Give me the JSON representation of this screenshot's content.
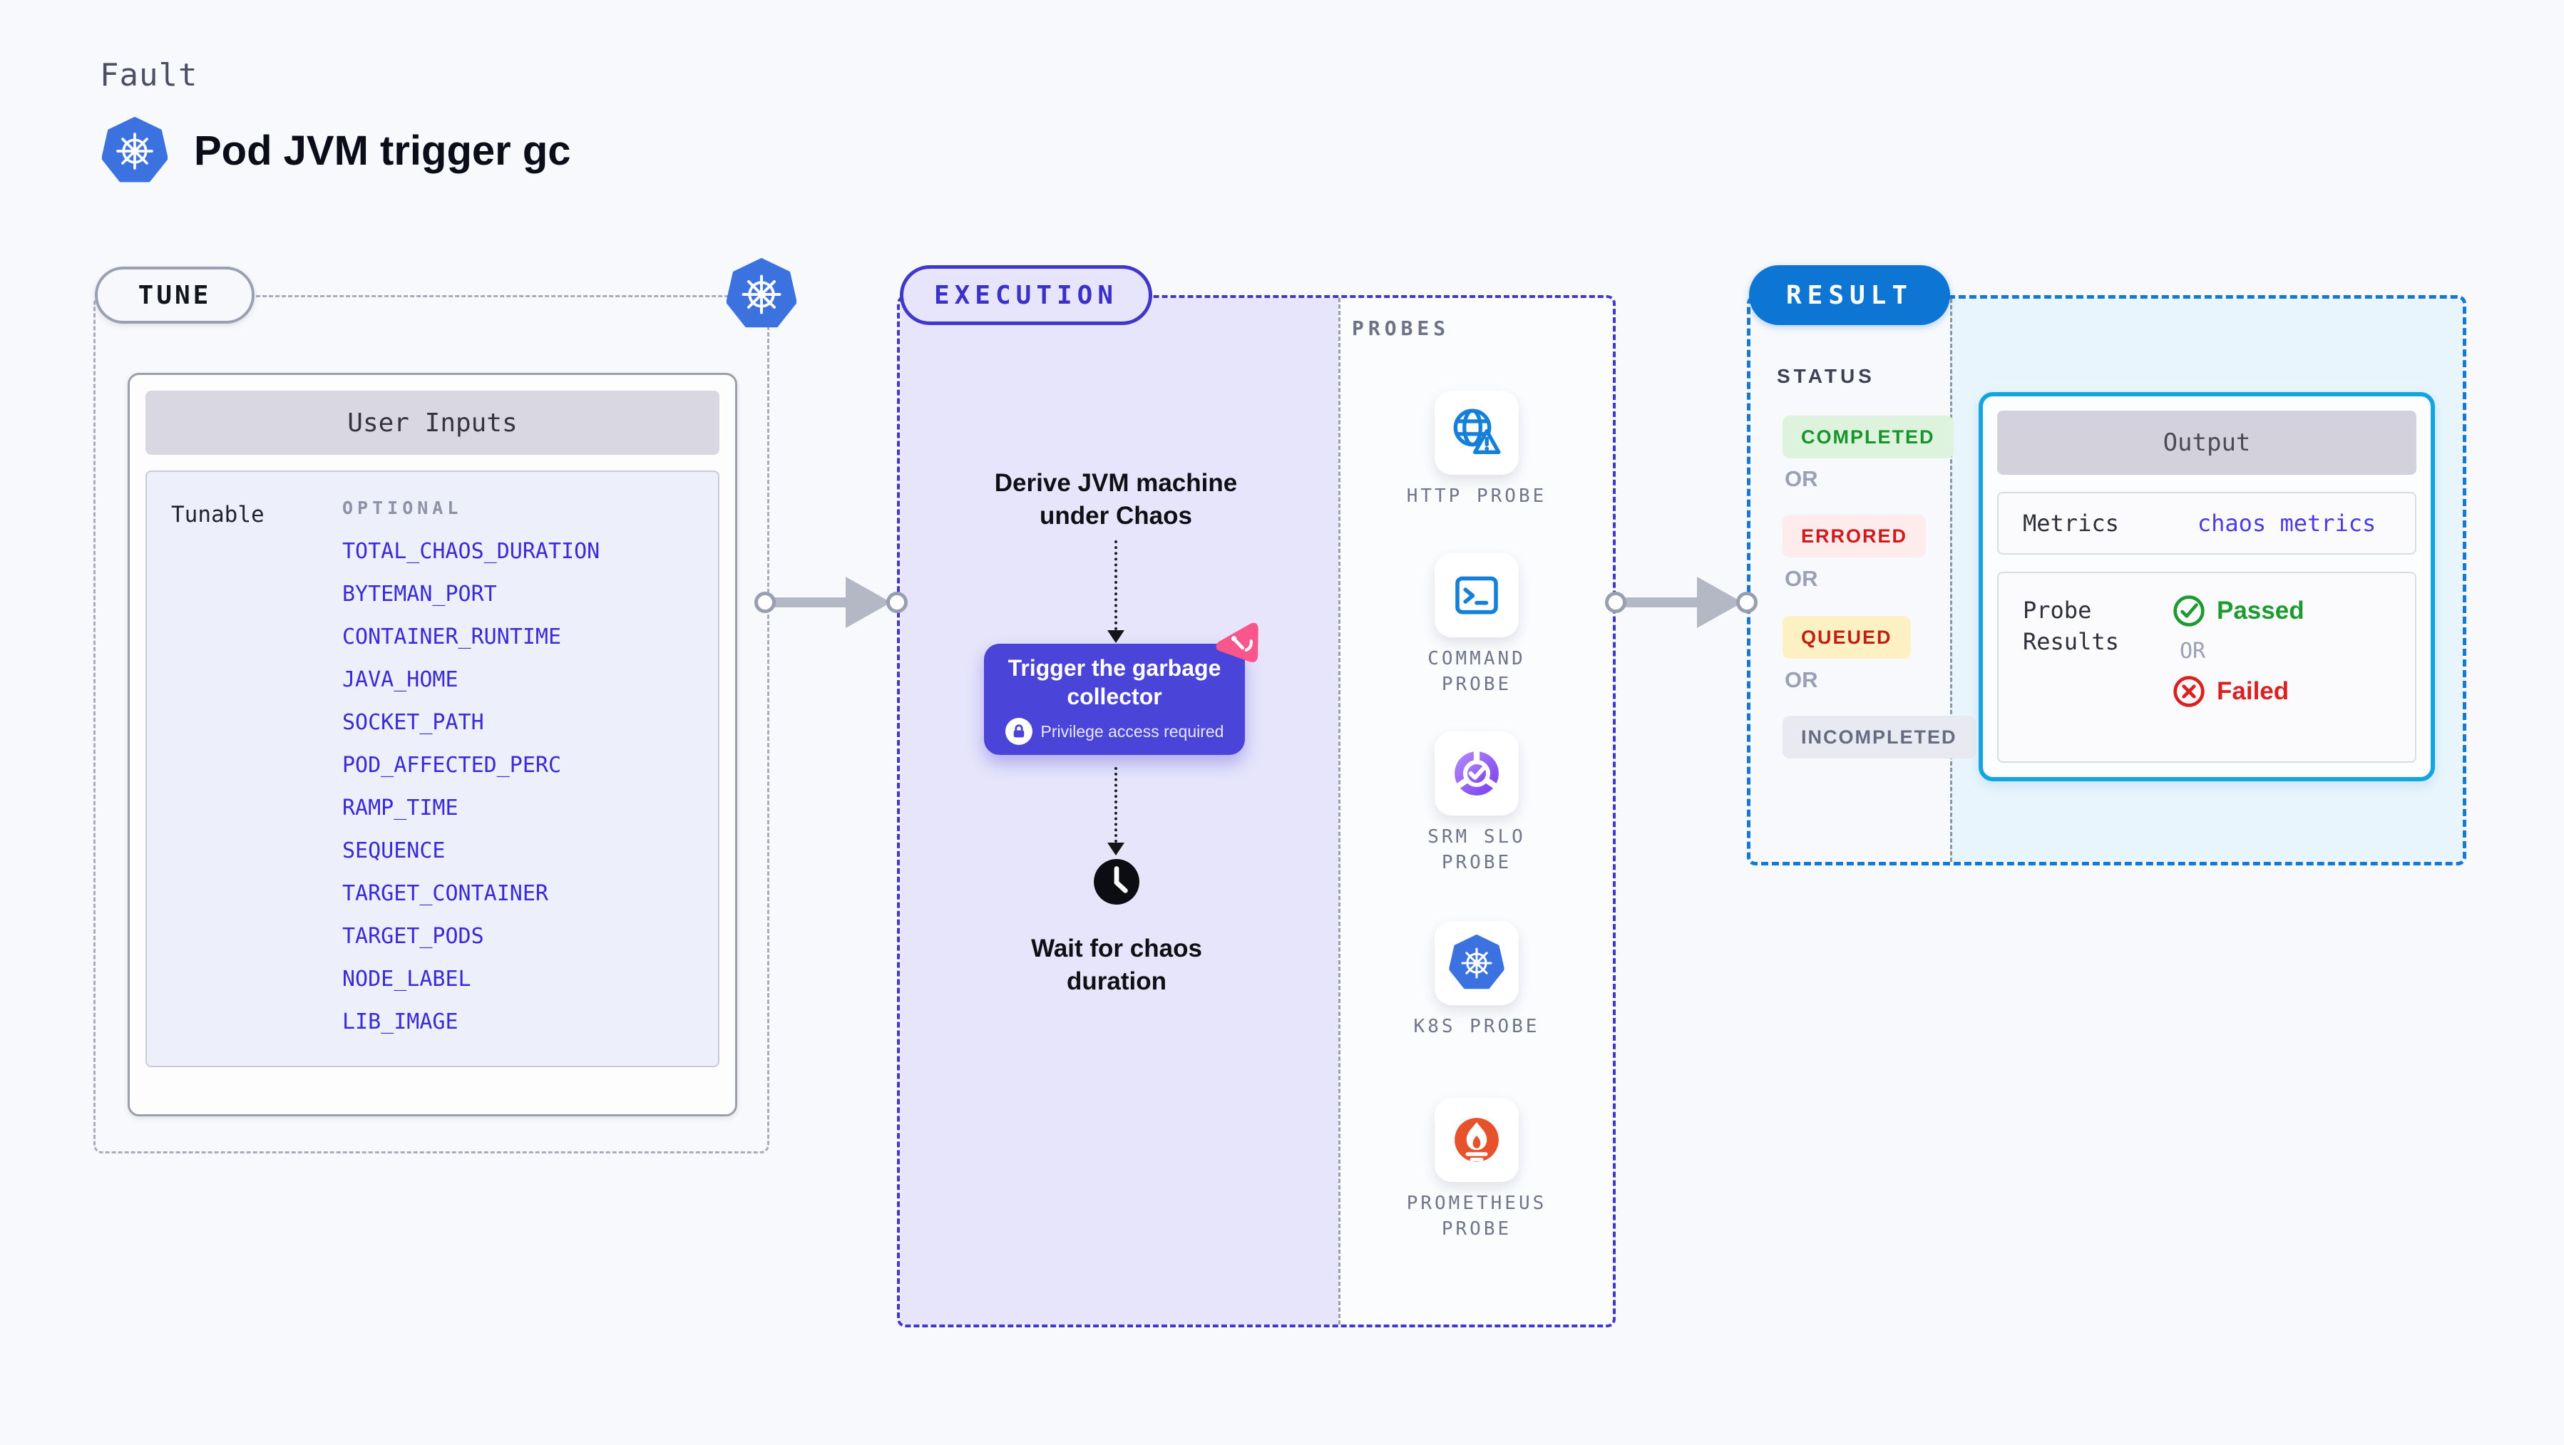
{
  "page": {
    "kicker": "Fault",
    "title": "Pod JVM trigger gc"
  },
  "colors": {
    "background": "#f8f9fc",
    "execution_fill": "#e6e5fb",
    "execution_accent": "#4137c9",
    "trigger_button": "#4a44d8",
    "pink_badge": "#f9578c",
    "result_accent": "#0d76d5",
    "output_border": "#14a5de",
    "param_link_blue": "#3a2ad8",
    "kubernetes_blue": "#3b72e0",
    "prometheus_orange": "#e6522c",
    "completed_fg": "#17942b",
    "errored_fg": "#cf1a1a",
    "queued_fg": "#c31f10",
    "incompleted_fg": "#666b80",
    "passed_green": "#1d9b30",
    "failed_red": "#da2121"
  },
  "tune": {
    "badge": "TUNE",
    "card_title": "User Inputs",
    "row_label": "Tunable",
    "column_label": "OPTIONAL",
    "params": [
      "TOTAL_CHAOS_DURATION",
      "BYTEMAN_PORT",
      "CONTAINER_RUNTIME",
      "JAVA_HOME",
      "SOCKET_PATH",
      "POD_AFFECTED_PERC",
      "RAMP_TIME",
      "SEQUENCE",
      "TARGET_CONTAINER",
      "TARGET_PODS",
      "NODE_LABEL",
      "LIB_IMAGE"
    ]
  },
  "execution": {
    "badge": "EXECUTION",
    "derive_label": "Derive JVM machine under Chaos",
    "trigger_label": "Trigger the garbage collector",
    "privilege_note": "Privilege access required",
    "wait_label": "Wait for chaos duration",
    "probes": {
      "heading": "PROBES",
      "items": [
        {
          "label": "HTTP PROBE",
          "icon": "globe-alert-icon"
        },
        {
          "label": "COMMAND PROBE",
          "icon": "terminal-icon"
        },
        {
          "label": "SRM SLO PROBE",
          "icon": "slo-donut-check-icon"
        },
        {
          "label": "K8S PROBE",
          "icon": "kubernetes-icon"
        },
        {
          "label": "PROMETHEUS PROBE",
          "icon": "prometheus-flame-icon"
        }
      ]
    }
  },
  "result": {
    "badge": "RESULT",
    "status_heading": "STATUS",
    "or_label": "OR",
    "statuses": [
      {
        "label": "COMPLETED",
        "fg": "#17942b",
        "bg": "#ddf3dd"
      },
      {
        "label": "ERRORED",
        "fg": "#cf1a1a",
        "bg": "#fdeceb"
      },
      {
        "label": "QUEUED",
        "fg": "#c31f10",
        "bg": "#fdf1c4"
      },
      {
        "label": "INCOMPLETED",
        "fg": "#666b80",
        "bg": "#e9eaf1"
      }
    ],
    "output": {
      "title": "Output",
      "metrics_label": "Metrics",
      "metrics_value": "chaos metrics",
      "probe_results_label": "Probe Results",
      "passed_label": "Passed",
      "or_label": "OR",
      "failed_label": "Failed"
    }
  }
}
